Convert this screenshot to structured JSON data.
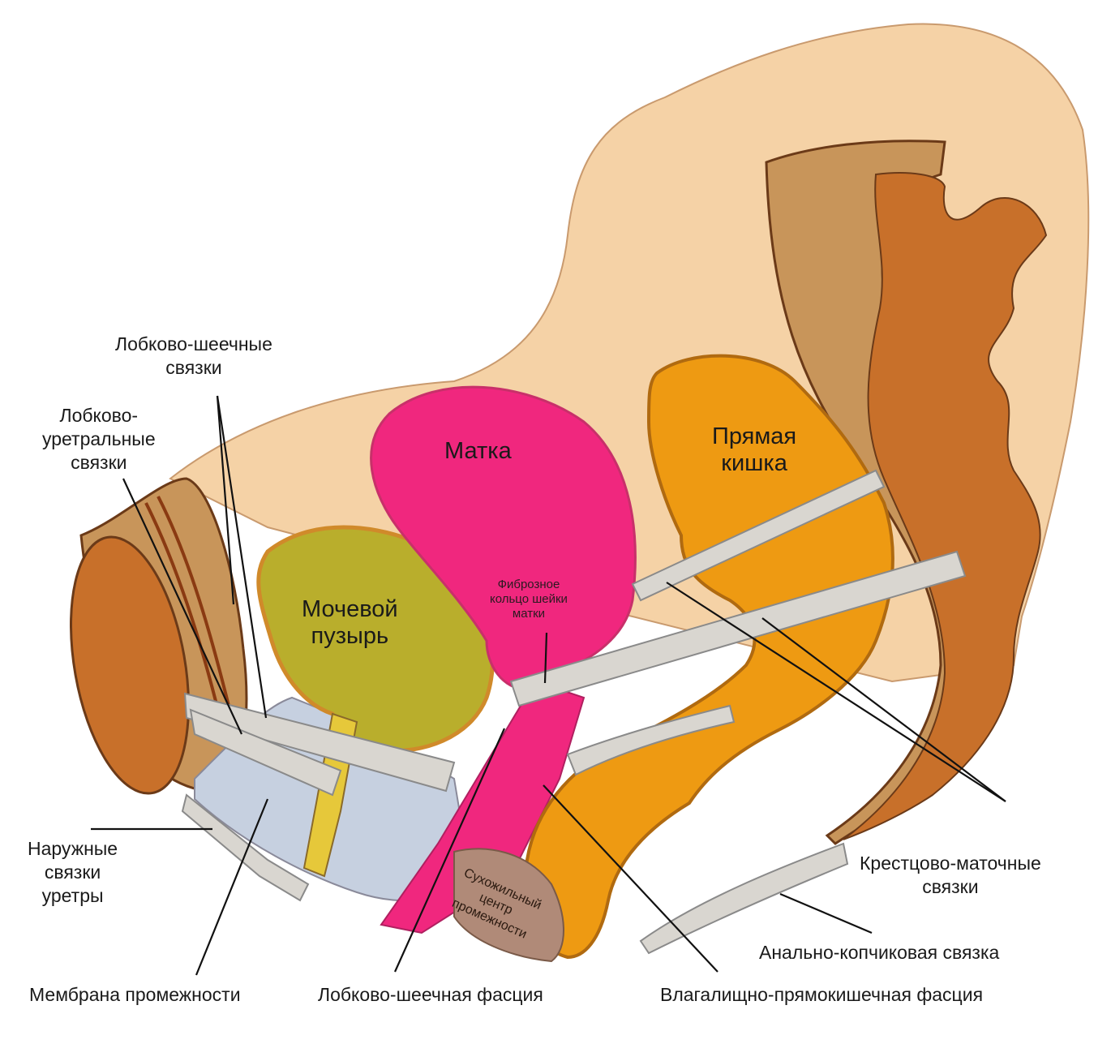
{
  "labels": {
    "pubocervical_ligaments": [
      "Лобково-шеечные",
      "связки"
    ],
    "pubourethral_ligaments": [
      "Лобково-",
      "уретральные",
      "связки"
    ],
    "external_urethral_ligaments": [
      "Наружные",
      "связки",
      "уретры"
    ],
    "perineal_membrane": "Мембрана промежности",
    "pubocervical_fascia": "Лобково-шеечная фасция",
    "rectovaginal_fascia": "Влагалищно-прямокишечная фасция",
    "anococcygeal_ligament": "Анально-копчиковая связка",
    "uterosacral_ligaments": [
      "Крестцово-маточные",
      "связки"
    ],
    "perineal_body": [
      "Сухожильный",
      "центр",
      "промежности"
    ],
    "cervical_ring": [
      "Фиброзное",
      "кольцо шейки",
      "матки"
    ]
  },
  "organs": {
    "uterus": "Матка",
    "bladder": [
      "Мочевой",
      "пузырь"
    ],
    "rectum": [
      "Прямая",
      "кишка"
    ]
  },
  "colors": {
    "background_tissue": "#f5d2a6",
    "bone_outer": "#c8955a",
    "bone_inner": "#c8702a",
    "uterus": "#f0277e",
    "bladder": "#b9ae2c",
    "rectum": "#ee9a12",
    "ligament": "#d9d6d0",
    "membrane": "#c6d0e0",
    "perineal_body": "#b08a78",
    "outline": "#7a4a2a"
  }
}
